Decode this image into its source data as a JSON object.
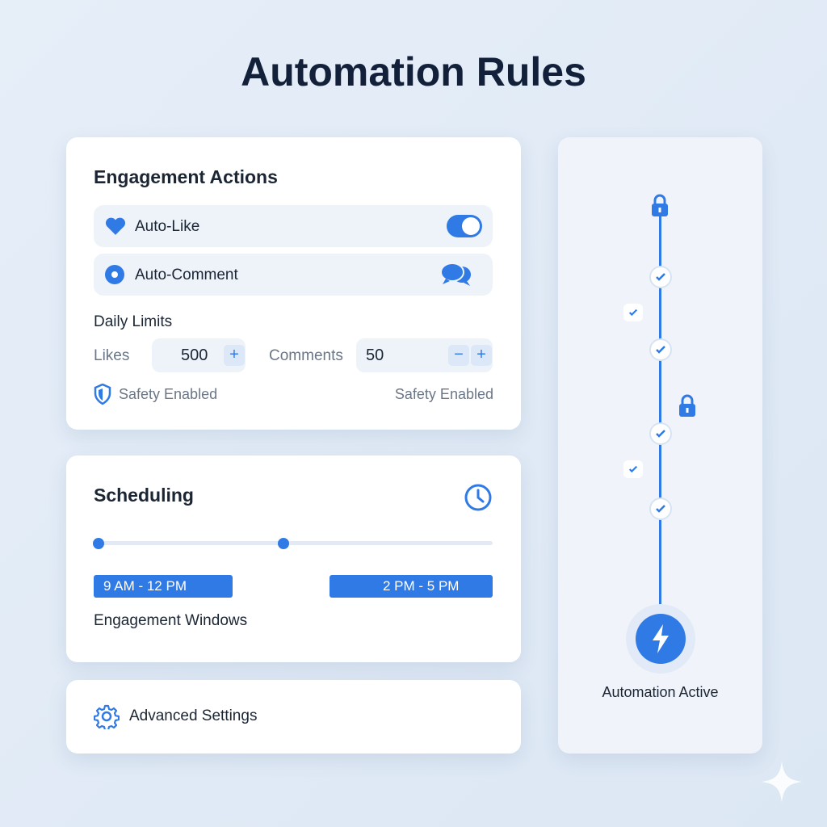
{
  "title": "Automation Rules",
  "engagement": {
    "heading": "Engagement Actions",
    "auto_like": "Auto-Like",
    "auto_like_enabled": true,
    "auto_comment": "Auto-Comment",
    "daily_limits": "Daily Limits",
    "likes_label": "Likes",
    "likes_value": "500",
    "comments_label": "Comments",
    "comments_value": "50",
    "plus": "+",
    "minus": "−",
    "safety_left": "Safety Enabled",
    "safety_right": "Safety Enabled"
  },
  "scheduling": {
    "heading": "Scheduling",
    "window1": "9 AM - 12 PM",
    "window2": "2 PM - 5 PM",
    "caption": "Engagement Windows"
  },
  "advanced": {
    "label": "Advanced Settings"
  },
  "status": {
    "label": "Automation Active"
  },
  "colors": {
    "accent": "#2f7ae5",
    "text": "#13203a"
  }
}
